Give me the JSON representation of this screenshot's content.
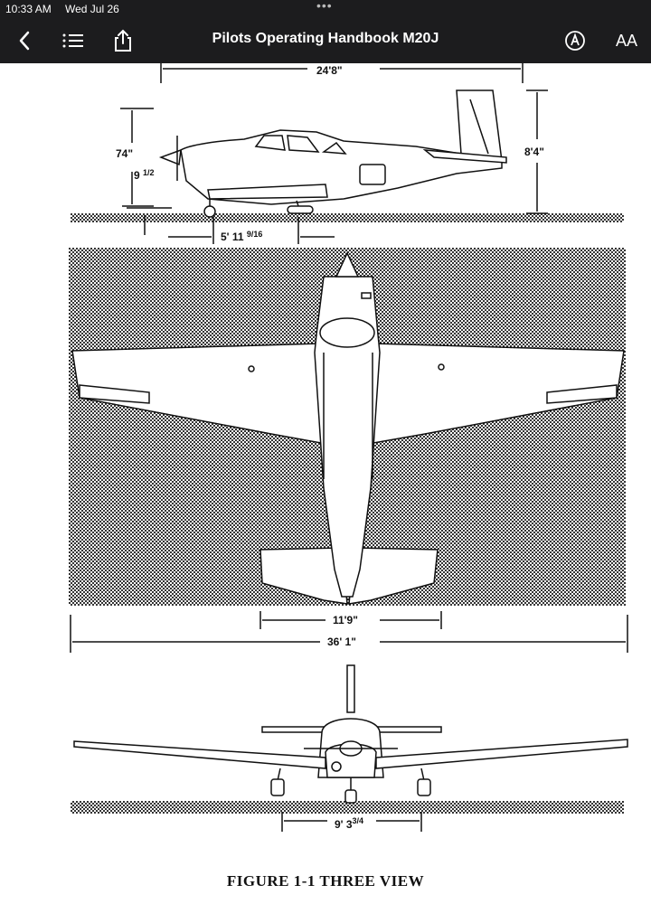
{
  "status_bar": {
    "time": "10:33 AM",
    "date": "Wed Jul 26",
    "handle": "•••"
  },
  "nav": {
    "title": "Pilots Operating Handbook M20J",
    "text_size_label": "AA",
    "icons": [
      "back-icon",
      "toc-list-icon",
      "share-icon",
      "markup-pen-icon",
      "text-size-icon"
    ]
  },
  "figure": {
    "caption": "FIGURE 1-1  THREE VIEW",
    "dims": {
      "length": "24'8\"",
      "height": "8'4\"",
      "prop_height": "74\"",
      "ground_clear_whole": "9",
      "ground_clear_frac": "1/2",
      "gear_dist_whole": "5' 11",
      "gear_dist_frac": "9/16",
      "tail_span": "11'9\"",
      "wing_span": "36' 1\"",
      "track_whole": "9' 3",
      "track_frac": "3/4"
    }
  }
}
